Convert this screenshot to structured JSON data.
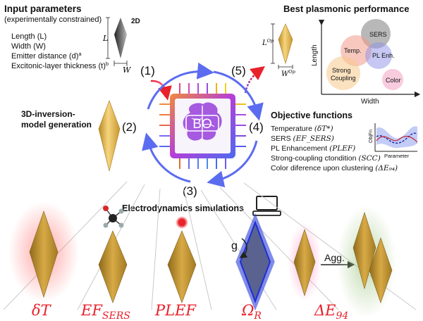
{
  "input": {
    "title": "Input parameters",
    "subtitle": "(experimentally constrained)",
    "items": [
      "Length (L)",
      "Width (W)",
      "Emitter distance (d)",
      "Excitonic-layer thickness (t)"
    ],
    "item_sups": [
      "",
      "",
      "a",
      "b"
    ],
    "label_2d": "2D",
    "label_L": "L",
    "label_W": "W"
  },
  "steps": [
    "(1)",
    "(2)",
    "(3)",
    "(4)",
    "(5)"
  ],
  "bo_label": "BO",
  "generation": {
    "line1": "3D-inversion-",
    "line2": "model generation"
  },
  "objective": {
    "title": "Objective functions",
    "items": [
      {
        "text": "Temperature",
        "sym": "(δT*)"
      },
      {
        "text": "SERS",
        "sym": "(EF_SERS)"
      },
      {
        "text": "PL Enhancement",
        "sym": "(PLEF)"
      },
      {
        "text": "Strong-coupling ctondition",
        "sym": "(SCC)"
      },
      {
        "text": "Color diference upon clustering",
        "sym": "(ΔE₉₄)"
      }
    ],
    "plot_ylabel": "ObjFn",
    "plot_xlabel": "Parameter"
  },
  "best": {
    "title": "Best plasmonic performance",
    "label_L": "L^Op",
    "label_W": "W^Op",
    "xlabel": "Width",
    "ylabel": "Length",
    "regions": [
      "SERS",
      "Temp.",
      "PL Enh.",
      "Strong Coupling",
      "Color"
    ]
  },
  "sim_title": "Electrodynamics simulations",
  "bottom_labels": [
    "δT",
    "EF_SERS",
    "PLEF",
    "Ω_R",
    "ΔE_94"
  ],
  "agg_label": "Agg.",
  "g_label": "g",
  "colors": {
    "accent_red": "#e8212a",
    "arrow_blue": "#5b6cf0",
    "gold": "#e7b84a",
    "bo_purple": "#9b3fd6"
  }
}
